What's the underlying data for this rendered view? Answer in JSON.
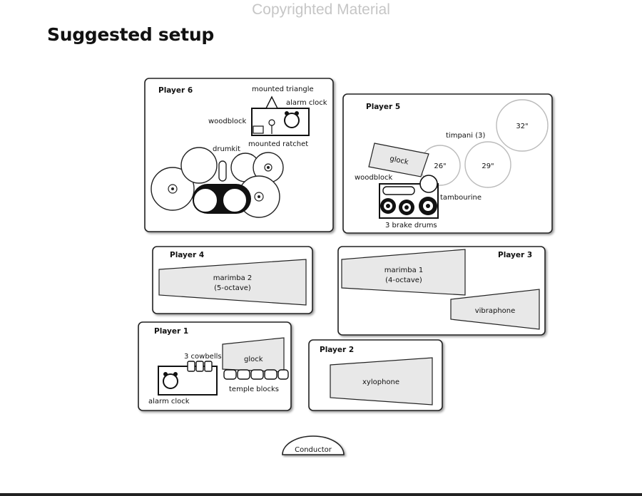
{
  "watermark": "Copyrighted Material",
  "title": "Suggested setup",
  "players": {
    "p6": {
      "label": "Player 6",
      "mounted_triangle": "mounted triangle",
      "alarm_clock": "alarm clock",
      "woodblock": "woodblock",
      "mounted_ratchet": "mounted ratchet",
      "drumkit": "drumkit"
    },
    "p5": {
      "label": "Player 5",
      "timpani": "timpani (3)",
      "t32": "32\"",
      "t29": "29\"",
      "t26": "26\"",
      "glock": "glock",
      "woodblock": "woodblock",
      "tambourine": "tambourine",
      "brake_drums": "3 brake drums"
    },
    "p4": {
      "label": "Player 4",
      "marimba_line1": "marimba 2",
      "marimba_line2": "(5-octave)"
    },
    "p3": {
      "label": "Player 3",
      "marimba_line1": "marimba 1",
      "marimba_line2": "(4-octave)",
      "vibraphone": "vibraphone"
    },
    "p1": {
      "label": "Player 1",
      "cowbells": "3 cowbells",
      "glock": "glock",
      "temple_blocks": "temple blocks",
      "alarm_clock": "alarm clock"
    },
    "p2": {
      "label": "Player 2",
      "xylophone": "xylophone"
    }
  },
  "conductor": "Conductor"
}
